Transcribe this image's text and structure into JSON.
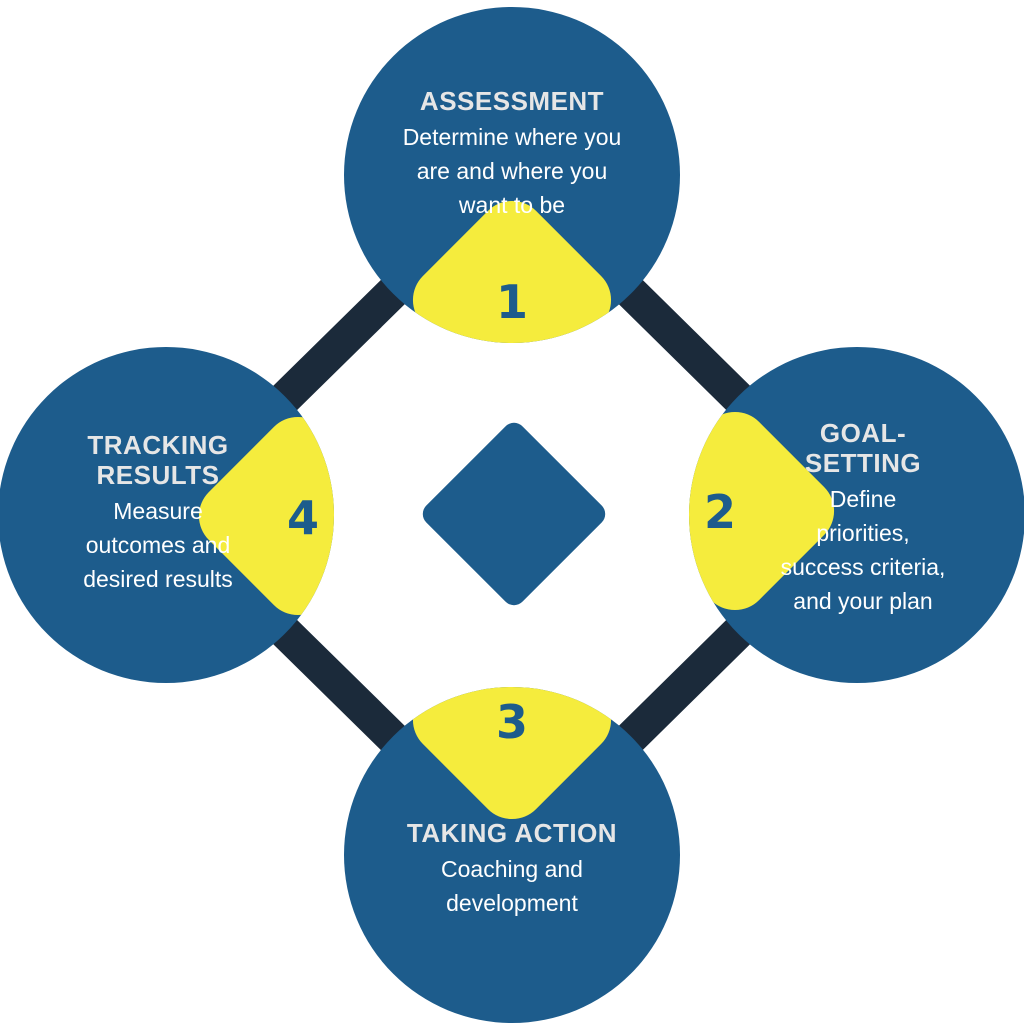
{
  "stages": [
    {
      "number": "1",
      "title": "ASSESSMENT",
      "description": "Determine where you\nare and where you\nwant to be"
    },
    {
      "number": "2",
      "title": "GOAL-\nSETTING",
      "description": "Define\npriorities,\nsuccess criteria,\nand your plan"
    },
    {
      "number": "3",
      "title": "TAKING ACTION",
      "description": "Coaching and\ndevelopment"
    },
    {
      "number": "4",
      "title": "TRACKING\nRESULTS",
      "description": "Measure\noutcomes and\ndesired results"
    }
  ],
  "colors": {
    "circle": "#1d5c8c",
    "connector": "#1b2a3a",
    "badge": "#f5ec3d",
    "title_text": "#e6e6e6",
    "body_text": "#ffffff"
  }
}
